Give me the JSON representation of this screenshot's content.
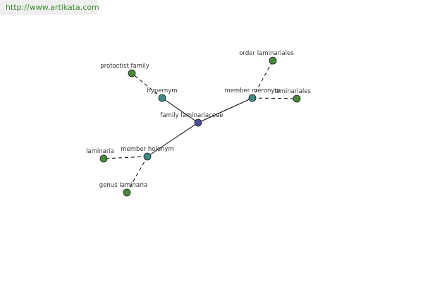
{
  "site": {
    "url": "http://www.artikata.com"
  },
  "colors": {
    "center": "#4a4f99",
    "relation": "#3e8a82",
    "leaf": "#4a8a3f",
    "banner_text": "#3a8a2a"
  },
  "graph": {
    "nodes": [
      {
        "id": "family-laminariaceae",
        "label": "family laminariaceae",
        "kind": "center"
      },
      {
        "id": "hypernym",
        "label": "hypernym",
        "kind": "relation"
      },
      {
        "id": "member-meronym",
        "label": "member meronym",
        "kind": "relation"
      },
      {
        "id": "member-holonym",
        "label": "member holonym",
        "kind": "relation"
      },
      {
        "id": "protoctist-family",
        "label": "protoctist family",
        "kind": "leaf"
      },
      {
        "id": "order-laminariales",
        "label": "order laminariales",
        "kind": "leaf"
      },
      {
        "id": "laminariales",
        "label": "laminariales",
        "kind": "leaf"
      },
      {
        "id": "laminaria",
        "label": "laminaria",
        "kind": "leaf"
      },
      {
        "id": "genus-laminaria",
        "label": "genus laminaria",
        "kind": "leaf"
      }
    ],
    "edges": [
      {
        "from": "family-laminariaceae",
        "to": "hypernym",
        "style": "solid"
      },
      {
        "from": "family-laminariaceae",
        "to": "member-meronym",
        "style": "solid"
      },
      {
        "from": "family-laminariaceae",
        "to": "member-holonym",
        "style": "solid"
      },
      {
        "from": "hypernym",
        "to": "protoctist-family",
        "style": "dashed"
      },
      {
        "from": "member-meronym",
        "to": "order-laminariales",
        "style": "dashed"
      },
      {
        "from": "member-meronym",
        "to": "laminariales",
        "style": "dashed"
      },
      {
        "from": "member-holonym",
        "to": "laminaria",
        "style": "dashed"
      },
      {
        "from": "member-holonym",
        "to": "genus-laminaria",
        "style": "dashed"
      }
    ]
  }
}
